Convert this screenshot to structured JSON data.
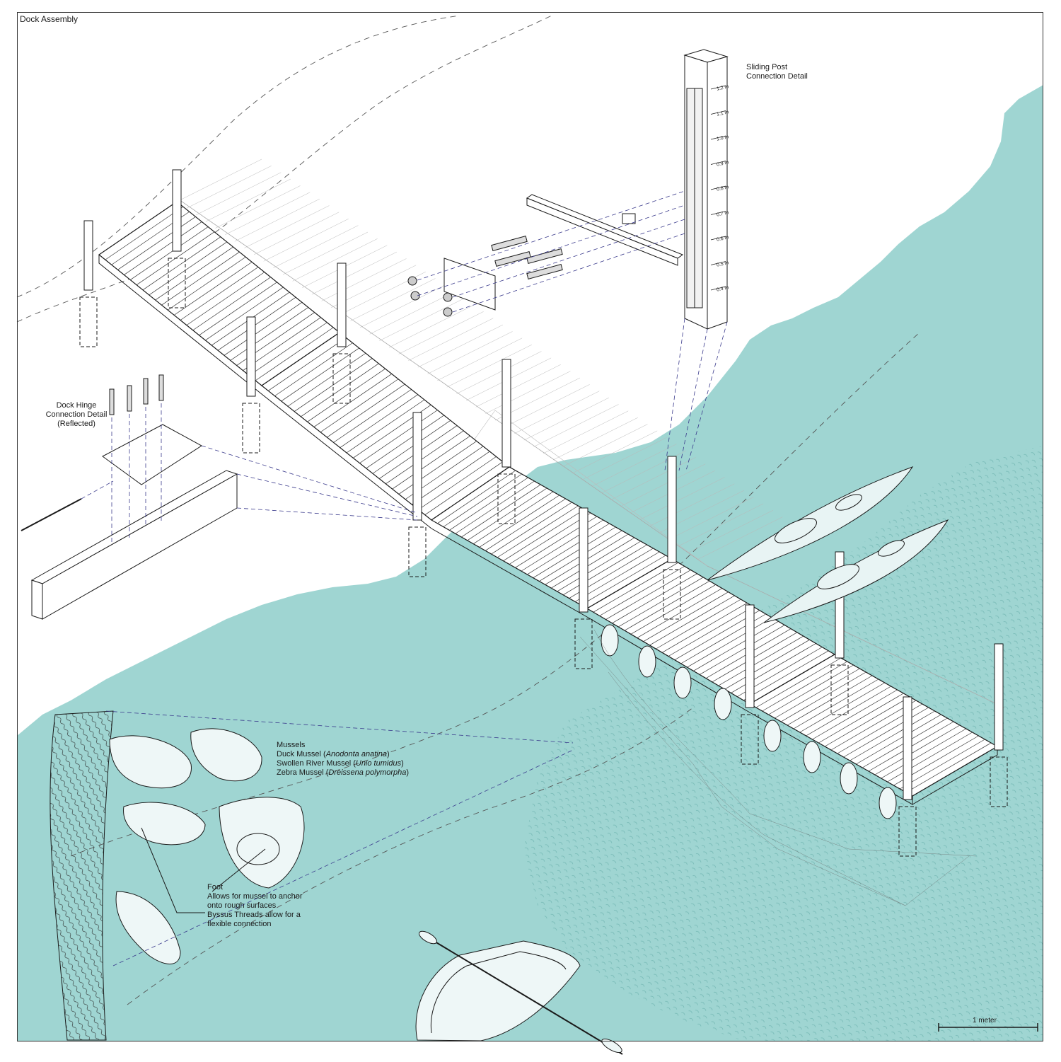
{
  "title": "Dock Assembly",
  "callouts": {
    "sliding_post": [
      "Sliding Post",
      "Connection Detail"
    ],
    "dock_hinge": [
      "Dock Hinge",
      "Connection Detail",
      "(Reflected)"
    ],
    "mussels_heading": "Mussels",
    "mussel_species": [
      {
        "common": "Duck Mussel (",
        "latin": "Anodonta anatina",
        "close": ")"
      },
      {
        "common": "Swollen River Mussel (",
        "latin": "Unio tumidus",
        "close": ")"
      },
      {
        "common": "Zebra Mussel (",
        "latin": "Dreissena polymorpha",
        "close": ")"
      }
    ],
    "foot_notes": [
      "Foot",
      "Allows for mussel to anchor",
      "onto rough surfaces",
      "Byssus Threads allow for a",
      "flexible connection"
    ]
  },
  "gauge_marks": [
    "1.2 m",
    "1.1 m",
    "1.0 m",
    "0.9 m",
    "0.8 m",
    "0.7 m",
    "0.6 m",
    "0.5 m",
    "0.4 m"
  ],
  "scale_bar": "1 meter",
  "colors": {
    "water": "#9fd5d2",
    "water_texture": "#6fb4b0",
    "line": "#1a1a1a",
    "guide": "#3a3a8c",
    "deck_fade": "#9a9a9a",
    "float": "#e8f4f4"
  }
}
